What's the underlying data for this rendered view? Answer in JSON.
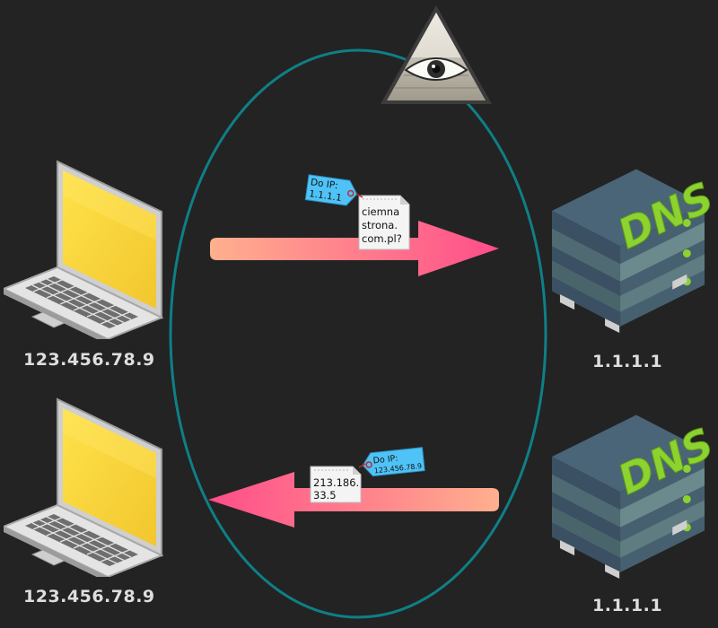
{
  "colors": {
    "background": "#232323",
    "ellipse": "#0f7f86",
    "arrow_light": "#ffb08e",
    "arrow_dark": "#ff4d8a",
    "tag": "#4fc3f7",
    "screen": "#f7d43c",
    "dns_text": "#8cd230",
    "server": "#3f5468"
  },
  "clients": [
    {
      "ip": "123.456.78.9"
    },
    {
      "ip": "123.456.78.9"
    }
  ],
  "servers": [
    {
      "label": "DNS",
      "ip": "1.1.1.1"
    },
    {
      "label": "DNS",
      "ip": "1.1.1.1"
    }
  ],
  "request": {
    "tag_line1": "Do IP:",
    "tag_line2": "1.1.1.1",
    "note_line1": "ciemna",
    "note_line2": "strona.",
    "note_line3": "com.pl?"
  },
  "response": {
    "tag_line1": "Do IP:",
    "tag_line2": "123.456.78.9",
    "note_line1": "213.186.",
    "note_line2": "33.5"
  },
  "icons": [
    "laptop-icon",
    "dns-server-icon",
    "eye-of-providence-icon",
    "envelope-note-icon",
    "address-tag-icon"
  ]
}
